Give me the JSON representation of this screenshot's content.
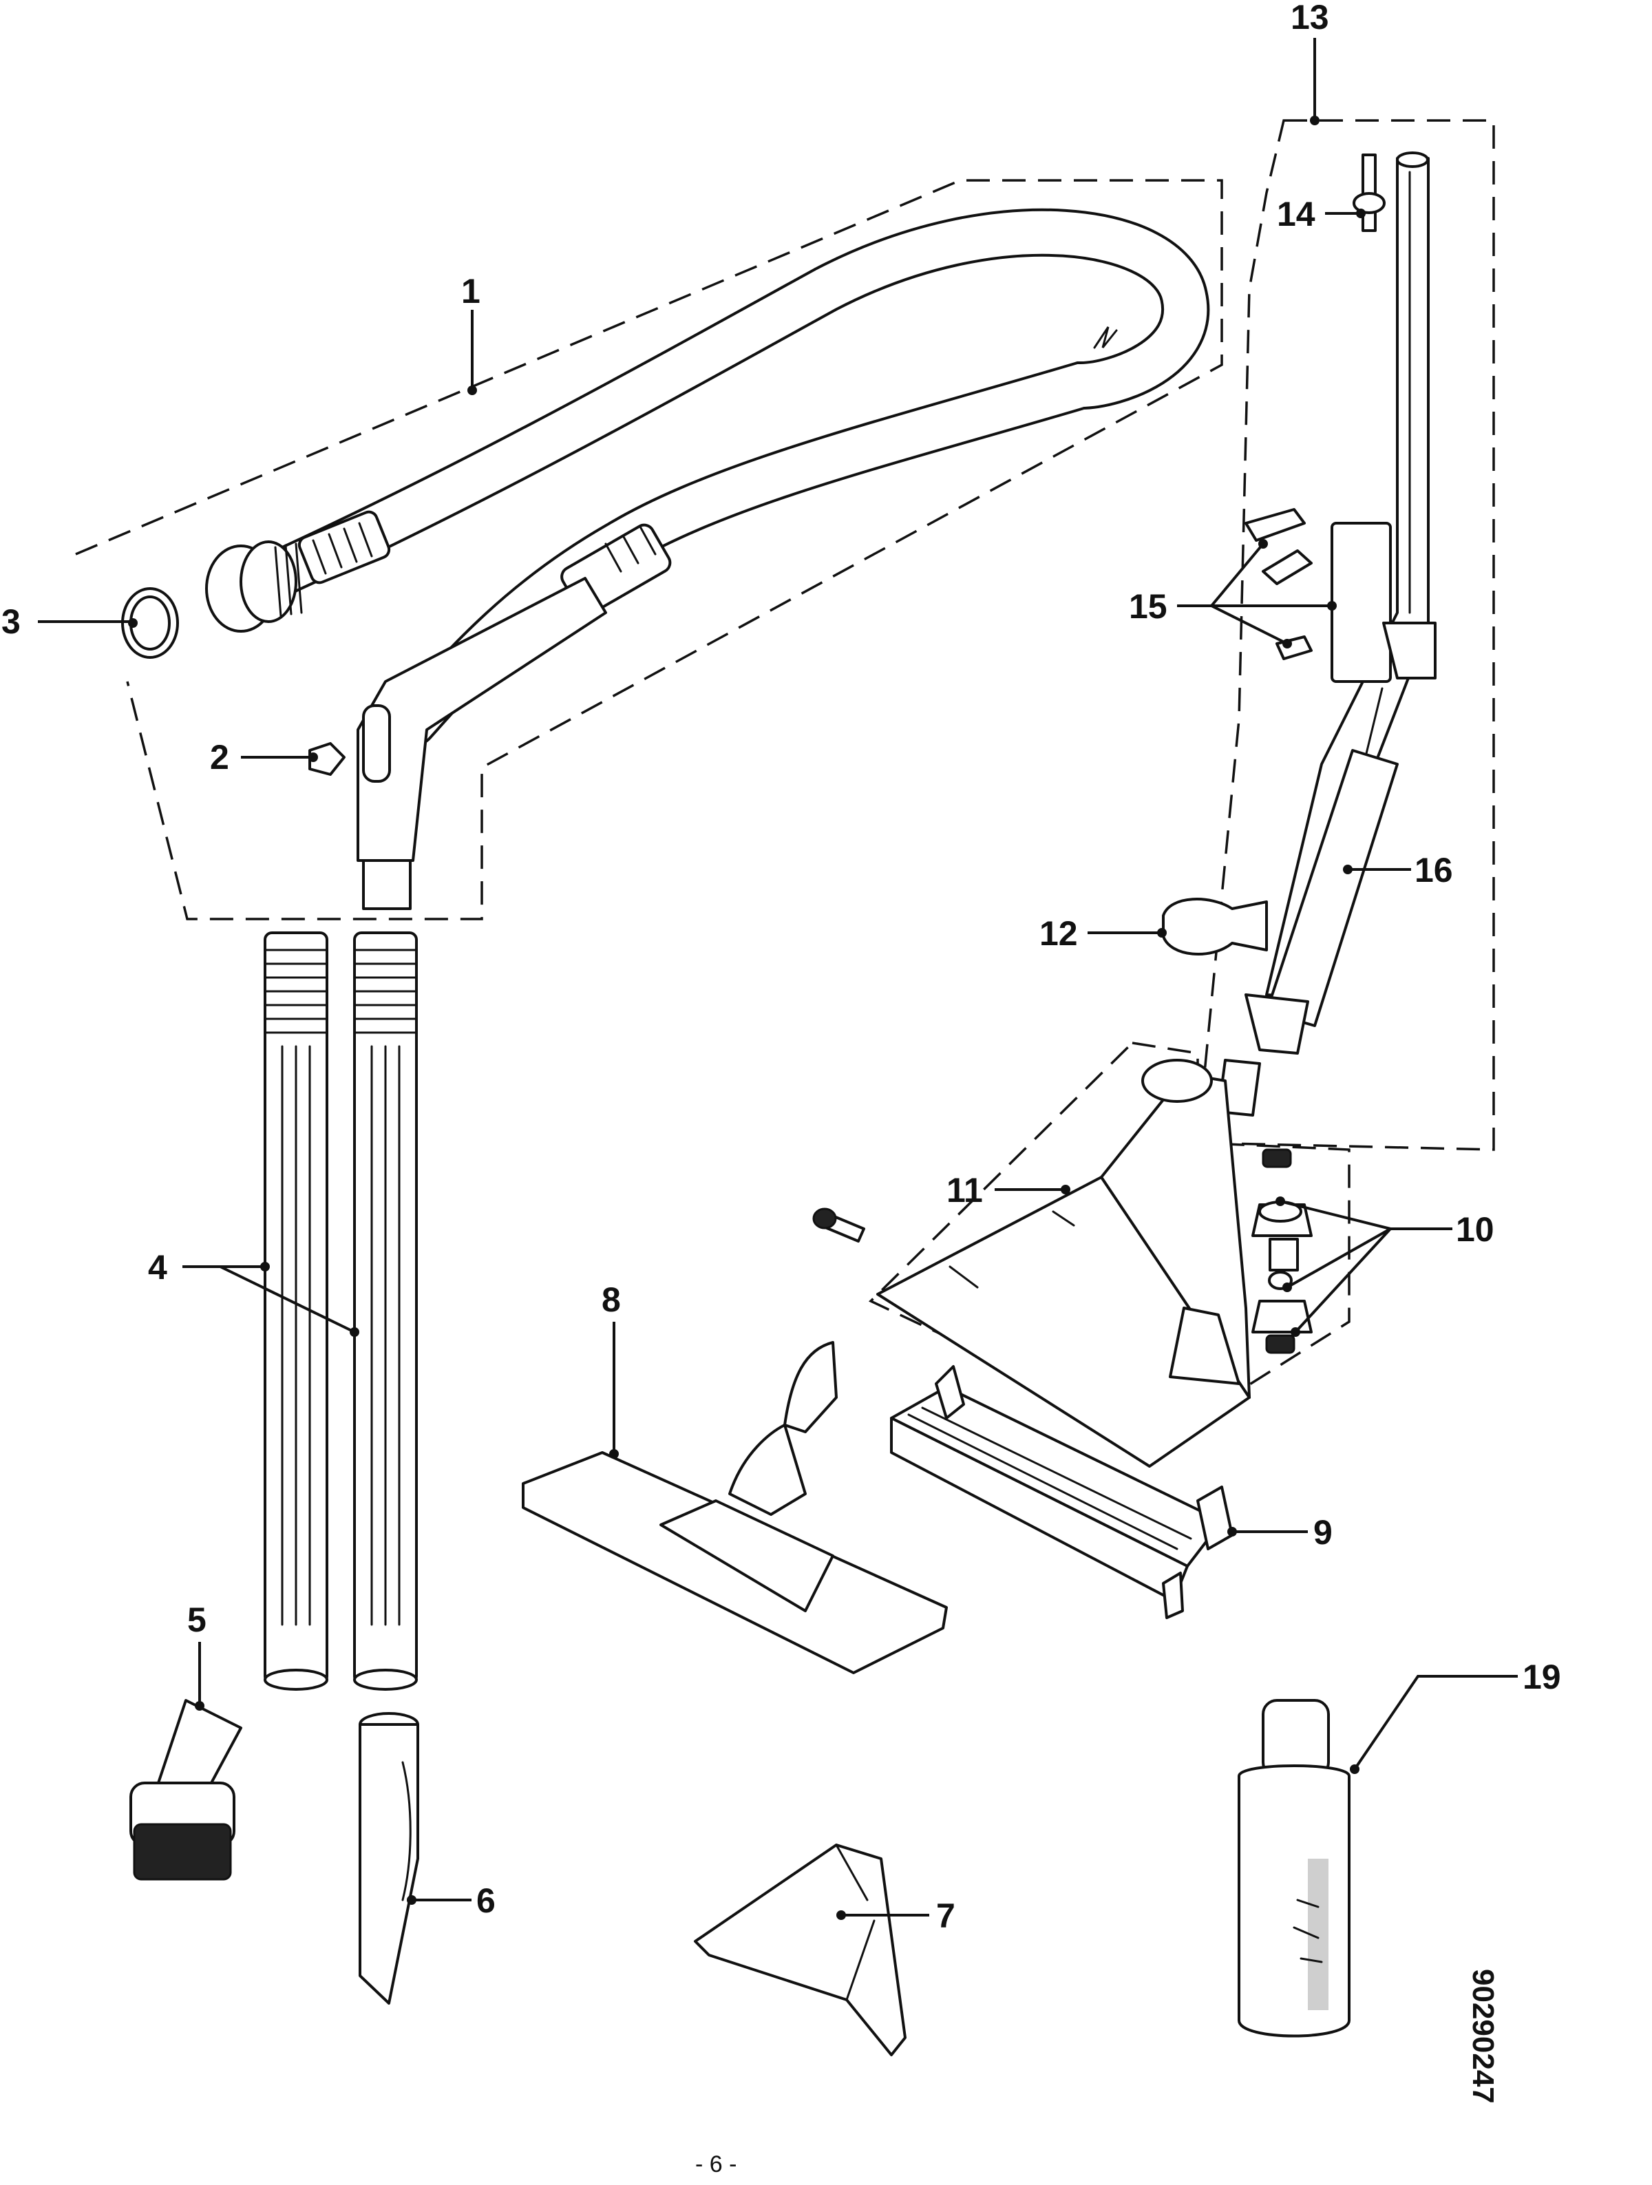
{
  "callouts": {
    "c1": "1",
    "c2": "2",
    "c3": "3",
    "c4": "4",
    "c5": "5",
    "c6": "6",
    "c7": "7",
    "c8": "8",
    "c9": "9",
    "c10": "10",
    "c11": "11",
    "c12": "12",
    "c13": "13",
    "c14": "14",
    "c15": "15",
    "c16": "16",
    "c19": "19"
  },
  "footer": {
    "page_number": "- 6 -",
    "drawing_code": "90290247"
  }
}
